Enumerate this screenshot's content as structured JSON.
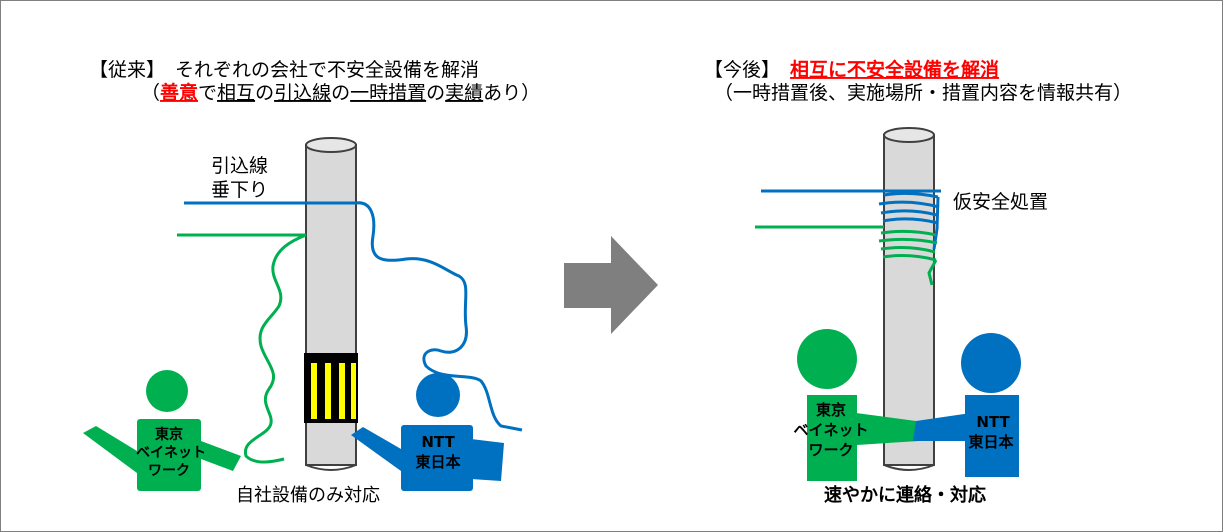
{
  "left": {
    "title_bracket": "【従来】",
    "title_text": "それぞれの会社で不安全設備を解消",
    "sub_open": "（",
    "sub_emph": "善意",
    "sub_de": "で",
    "sub_sougo": "相互",
    "sub_no1": "の",
    "sub_hikikomi": "引込線",
    "sub_no2": "の",
    "sub_ichiji": "一時措置",
    "sub_no3": "の",
    "sub_jisseki": "実績",
    "sub_end": "あり）",
    "wire_label_1": "引込線",
    "wire_label_2": "垂下り",
    "tokyo_label_1": "東京",
    "tokyo_label_2": "ベイネット",
    "tokyo_label_3": "ワーク",
    "ntt_label_1": "NTT",
    "ntt_label_2": "東日本",
    "caption": "自社設備のみ対応"
  },
  "right": {
    "title_bracket": "【今後】",
    "title_emph": "相互に不安全設備を解消",
    "subtitle": "（一時措置後、実施場所・措置内容を情報共有）",
    "wire_label": "仮安全処置",
    "tokyo_label_1": "東京",
    "tokyo_label_2": "ベイネット",
    "tokyo_label_3": "ワーク",
    "ntt_label_1": "NTT",
    "ntt_label_2": "東日本",
    "caption": "速やかに連絡・対応"
  },
  "colors": {
    "green": "#00b050",
    "blue": "#0070c0",
    "red": "#ff0000",
    "gray_pole": "#d9d9d9",
    "arrow": "#7f7f7f",
    "yellow": "#ffff00"
  }
}
